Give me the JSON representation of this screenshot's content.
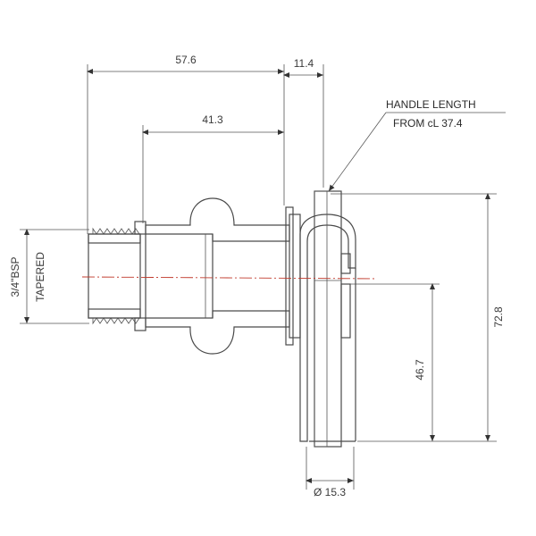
{
  "dimensions": {
    "overall_length": "57.6",
    "flange_to_body": "11.4",
    "thread_to_flange": "41.3",
    "handle_height": "72.8",
    "spindle_offset": "46.7",
    "handle_diameter": "Ø 15.3"
  },
  "thread_label": {
    "line1": "3/4\"BSP",
    "line2": "TAPERED"
  },
  "handle_note": {
    "line1": "HANDLE LENGTH",
    "line2": "FROM cL 37.4"
  },
  "colors": {
    "linework": "#4a4a4a",
    "hatch_fill": "#9aa7b8",
    "centerline": "#c0392b"
  }
}
